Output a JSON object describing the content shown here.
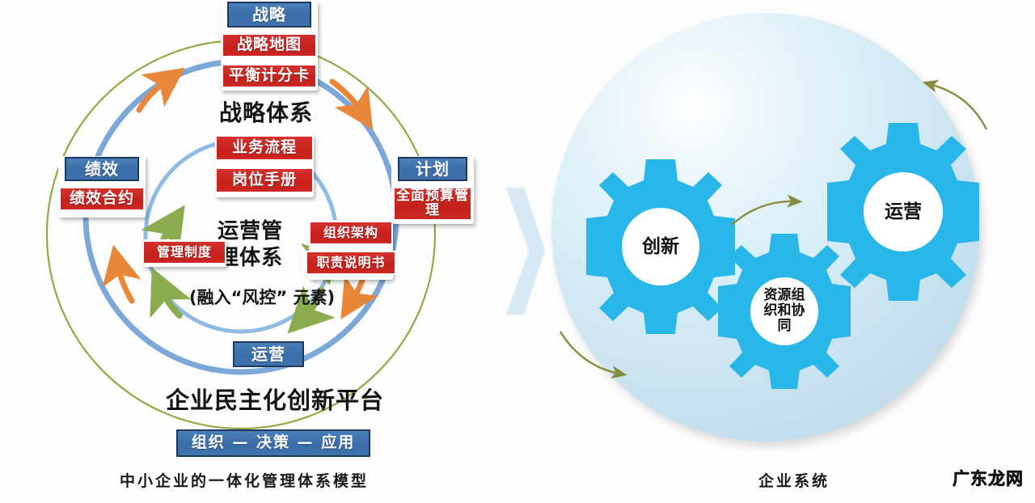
{
  "left_model": {
    "caption": "中小企业的一体化管理体系模型",
    "top_node": {
      "header": "战略",
      "items": [
        "战略地图",
        "平衡计分卡"
      ],
      "system_label": "战略体系"
    },
    "left_node": {
      "header": "绩效",
      "items": [
        "绩效合约"
      ]
    },
    "right_node": {
      "header": "计划",
      "items": [
        "全面预算管理"
      ]
    },
    "bottom_node": {
      "header": "运营",
      "platform_label": "企业民主化创新平台",
      "platform_bar": "组织 — 决策 — 应用"
    },
    "center": {
      "title_line1": "运营管",
      "title_line2": "理体系",
      "note": "(融入“风控” 元素)",
      "top_items": [
        "业务流程",
        "岗位手册"
      ],
      "right_items": [
        "组织架构",
        "职责说明书"
      ],
      "left_items": [
        "管理制度"
      ]
    },
    "colors": {
      "blue_box": "#3f73ad",
      "red_box": "#c9251f",
      "outer_ring": "#93a842",
      "mid_ring": "#7ba8d9",
      "inner_ring": "#8dbbe3",
      "orange_arrow": "#e8873a",
      "green_arrow": "#8aab4e"
    }
  },
  "right_model": {
    "caption": "企业系统",
    "gears": [
      {
        "name": "gear-innovation",
        "label": "创新"
      },
      {
        "name": "gear-resource",
        "label": "资源组\n织和协\n同"
      },
      {
        "name": "gear-operations",
        "label": "运营"
      }
    ],
    "gear_labels": {
      "innovation": "创新",
      "resource_l1": "资源组",
      "resource_l2": "织和协",
      "resource_l3": "同",
      "operations": "运营"
    },
    "colors": {
      "gear": "#29b6e8",
      "sphere": "#cfe7f2",
      "arrow": "#8a8c3d"
    }
  },
  "watermark": "广东龙网"
}
